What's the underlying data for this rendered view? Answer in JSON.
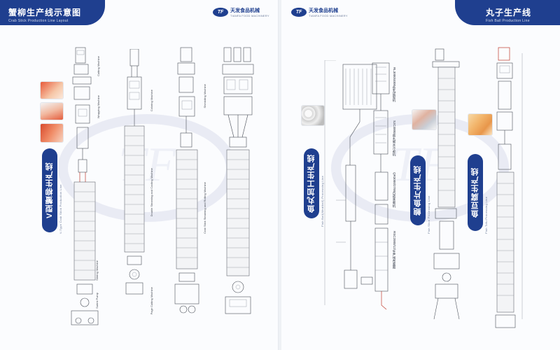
{
  "left_page": {
    "header": {
      "title": "蟹柳生产线示意图",
      "subtitle": "Crab Stick Production Line Layout"
    },
    "brand": {
      "name_cn": "天发食品机械",
      "name_en": "TIANFA FOOD MACHINERY",
      "logo": "TF"
    },
    "badge": {
      "title": "V型蟹柳生产线",
      "subtitle": "V-Type Crab Stick Production Line"
    },
    "line_labels": [
      "Cutting Machine",
      "Wrapping Machine",
      "Coloring Machine",
      "Shredding Machine",
      "Double Steaming and Cooling Machine",
      "Crab Stick Steaming and Rolling Machine",
      "Stirring Machine",
      "Surimi Pump",
      "Page Cutting Machine"
    ]
  },
  "right_page": {
    "header": {
      "title": "丸子生产线",
      "subtitle": "Fish Ball Production Line"
    },
    "brand": {
      "name_cn": "天发食品机械",
      "name_en": "TIANFA FOOD MACHINERY",
      "logo": "TF"
    },
    "badges": [
      {
        "title": "鱼丸加工生产线",
        "subtitle": "Fish Ball(Meatball) Processing Line"
      },
      {
        "title": "鲍鱼片生产线",
        "subtitle": "Fish Slice Processing Line"
      },
      {
        "title": "鱼豆腐生产线",
        "subtitle": "Fish Tofu Processing Line"
      }
    ],
    "mid_labels": [
      "RL3000/4000鱼丸成型机",
      "SJC3000/鱼丸煮水冷却机",
      "QR3000/2700自动蒸煮机",
      "RSC2000/12/生产线布置图"
    ]
  },
  "colors": {
    "brand_blue": "#1f3f8f",
    "page_bg": "#fbfcfe",
    "line_gray": "#4a4f58"
  },
  "icons": [
    "tf-logo-icon"
  ]
}
